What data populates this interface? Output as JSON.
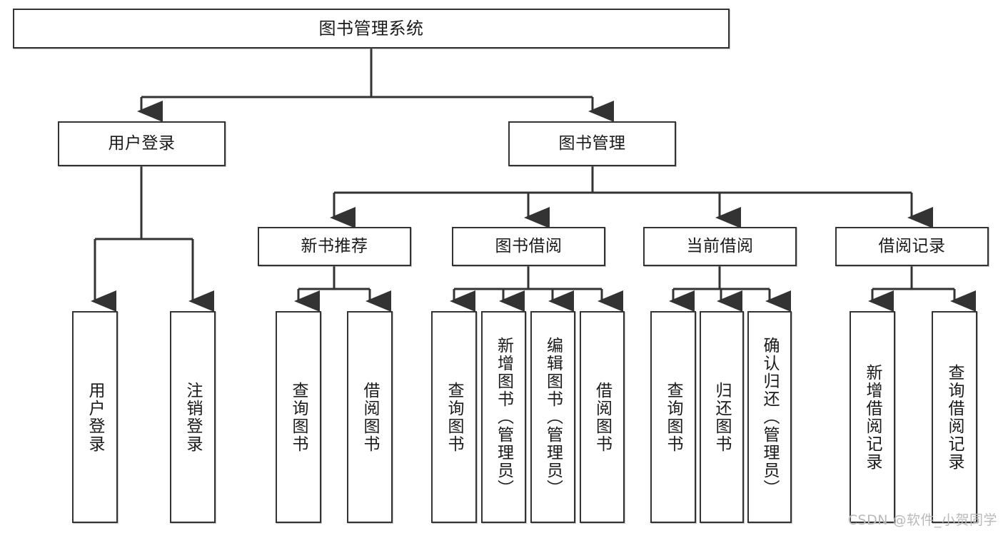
{
  "diagram": {
    "title": "图书管理系统",
    "type": "functional-structure-tree",
    "watermark": "CSDN @软件_小贺同学",
    "colors": {
      "node_border": "#333333",
      "node_fill": "#ffffff",
      "edge": "#333333",
      "text": "#1a1a1a",
      "watermark": "#b9b9b9"
    },
    "root": {
      "label": "图书管理系统"
    },
    "level2": [
      {
        "id": "user-login",
        "label": "用户登录"
      },
      {
        "id": "book-manage",
        "label": "图书管理"
      }
    ],
    "level3": [
      {
        "id": "new-book-recommend",
        "label": "新书推荐",
        "parent": "book-manage"
      },
      {
        "id": "book-borrow",
        "label": "图书借阅",
        "parent": "book-manage"
      },
      {
        "id": "current-borrow",
        "label": "当前借阅",
        "parent": "book-manage"
      },
      {
        "id": "borrow-record",
        "label": "借阅记录",
        "parent": "book-manage"
      }
    ],
    "leaves": {
      "user-login": [
        {
          "id": "leaf-user-login",
          "label": "用户登录"
        },
        {
          "id": "leaf-user-logout",
          "label": "注销登录"
        }
      ],
      "new-book-recommend": [
        {
          "id": "leaf-query-book-1",
          "label": "查询图书"
        },
        {
          "id": "leaf-borrow-book-1",
          "label": "借阅图书"
        }
      ],
      "book-borrow": [
        {
          "id": "leaf-query-book-2",
          "label": "查询图书"
        },
        {
          "id": "leaf-add-book",
          "label": "新增图书（管理员）"
        },
        {
          "id": "leaf-edit-book",
          "label": "编辑图书（管理员）"
        },
        {
          "id": "leaf-borrow-book-2",
          "label": "借阅图书"
        }
      ],
      "current-borrow": [
        {
          "id": "leaf-query-book-3",
          "label": "查询图书"
        },
        {
          "id": "leaf-return-book",
          "label": "归还图书"
        },
        {
          "id": "leaf-confirm-return",
          "label": "确认归还（管理员）"
        }
      ],
      "borrow-record": [
        {
          "id": "leaf-add-record",
          "label": "新增借阅记录"
        },
        {
          "id": "leaf-query-record",
          "label": "查询借阅记录"
        }
      ]
    }
  }
}
